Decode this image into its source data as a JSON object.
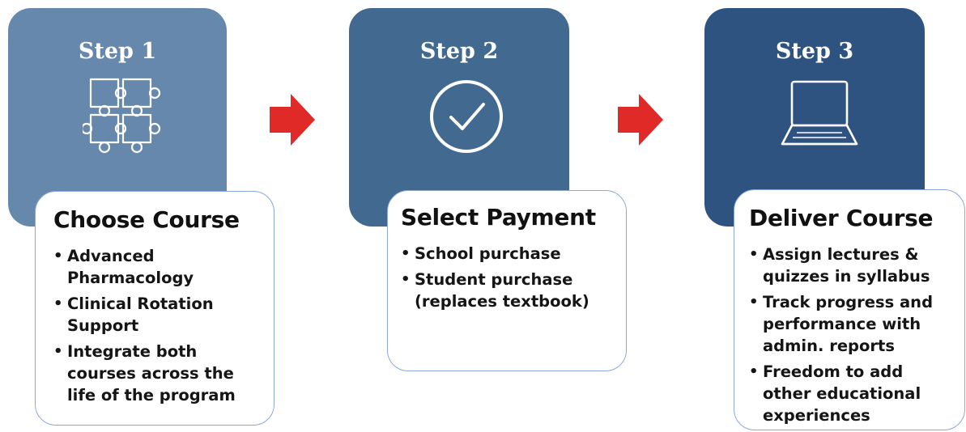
{
  "colors": {
    "step1_tile": "#6688ad",
    "step2_tile": "#426990",
    "step3_tile": "#2e5380",
    "arrow": "#e02a27",
    "card_border": "#8aa8dc"
  },
  "steps": [
    {
      "label": "Step 1",
      "icon": "puzzle-icon",
      "card_title": "Choose Course",
      "bullets": [
        "Advanced Pharmacology",
        "Clinical Rotation Support",
        "Integrate both courses across the life of the program"
      ]
    },
    {
      "label": "Step 2",
      "icon": "check-circle-icon",
      "card_title": "Select Payment",
      "bullets": [
        "School purchase",
        "Student purchase (replaces textbook)"
      ]
    },
    {
      "label": "Step 3",
      "icon": "laptop-icon",
      "card_title": "Deliver Course",
      "bullets": [
        "Assign lectures & quizzes in syllabus",
        "Track progress and performance with admin. reports",
        "Freedom to add other educational experiences"
      ]
    }
  ]
}
